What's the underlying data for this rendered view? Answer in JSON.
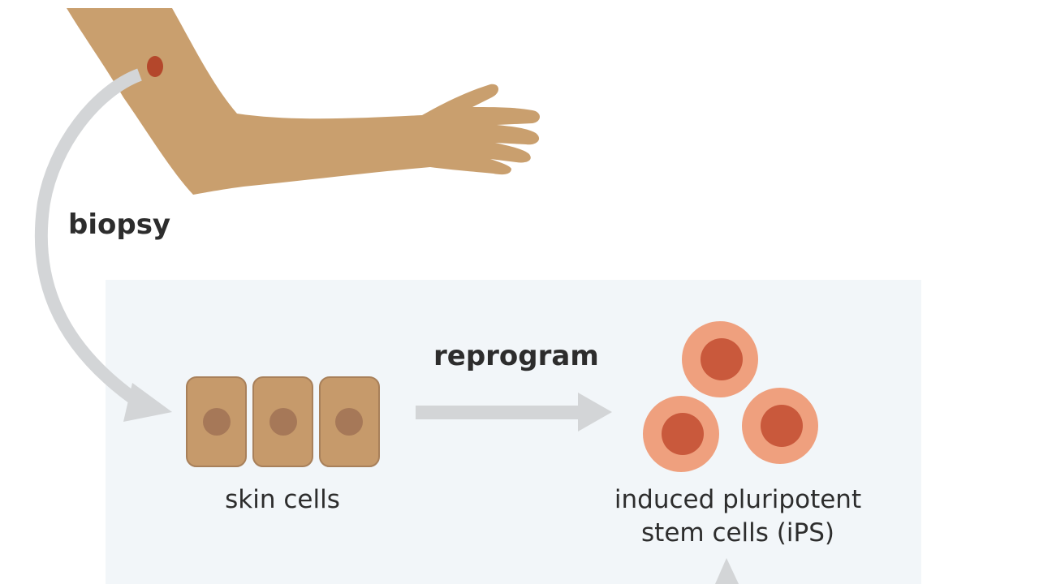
{
  "labels": {
    "biopsy": "biopsy",
    "reprogram": "reprogram",
    "skin_cells": "skin cells",
    "ips_line1": "induced pluripotent",
    "ips_line2": "stem cells (iPS)"
  },
  "colors": {
    "skin": "#c99f6e",
    "skin_cell_fill": "#c69a6b",
    "skin_cell_border": "#a8805a",
    "skin_cell_nucleus": "#a67858",
    "biopsy_spot": "#b4472b",
    "ips_outer": "#efa07e",
    "ips_nucleus": "#c9593c",
    "arrow": "#d3d5d7",
    "panel": "#f2f6f9",
    "text": "#2d2d2d"
  },
  "icons": [
    "arm-illustration",
    "biopsy-spot",
    "skin-cell",
    "ips-cell",
    "arrow"
  ]
}
